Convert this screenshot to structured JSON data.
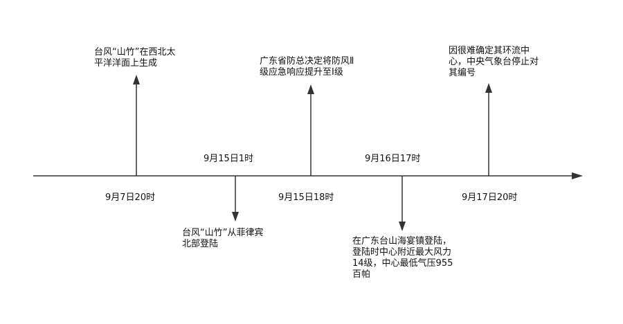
{
  "events": [
    {
      "date": "9月7日20时",
      "text": "台风“山竹”在西北太\n平洋洋面上生成"
    },
    {
      "date": "9月15日1时",
      "text": "台风“山竹”从菲律宾\n北部登陆"
    },
    {
      "date": "9月15日18时",
      "text": "广东省防总决定将防风Ⅱ\n级应急响应提升至Ⅰ级"
    },
    {
      "date": "9月16日17时",
      "text": "在广东台山海宴镇登陆，\n登陆时中心附近最大风力\n14级，中心最低气压955\n百帕"
    },
    {
      "date": "9月17日20时",
      "text": "因很难确定其环流中\n心，中央气象台停止对\n其编号"
    }
  ]
}
